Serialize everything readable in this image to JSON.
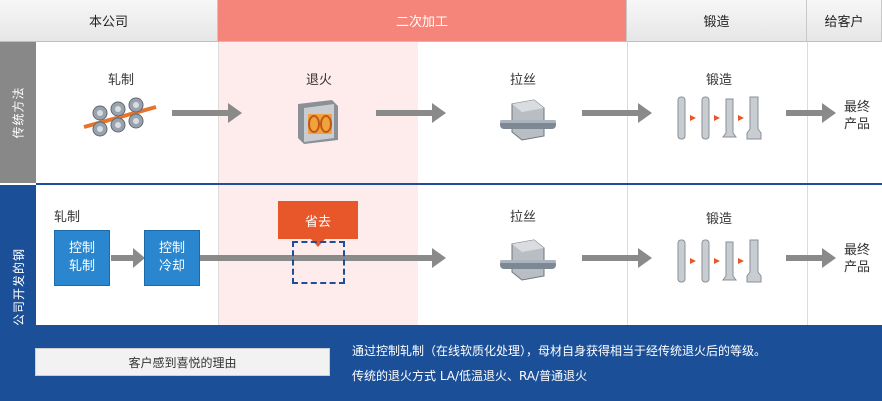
{
  "header": {
    "col1": "本公司",
    "col2": "二次加工",
    "col3": "锻造",
    "col4": "给客户"
  },
  "rows": {
    "traditional": "传统方法",
    "developed": "本公司开发的钢"
  },
  "traditional_row": {
    "rolling": "轧制",
    "annealing": "退火",
    "drawing": "拉丝",
    "forging": "锻造",
    "final_line1": "最终",
    "final_line2": "产品"
  },
  "developed_row": {
    "rolling": "轧制",
    "controlled_rolling_l1": "控制",
    "controlled_rolling_l2": "轧制",
    "controlled_cooling_l1": "控制",
    "controlled_cooling_l2": "冷却",
    "omitted": "省去",
    "drawing": "拉丝",
    "forging": "锻造",
    "final_line1": "最终",
    "final_line2": "产品"
  },
  "bottom": {
    "reason_label": "客户感到喜悦的理由",
    "line1": "通过控制轧制（在线软质化处理），母材自身获得相当于经传统退火后的等级。",
    "line2": "传统的退火方式  LA/低温退火、RA/普通退火"
  },
  "colors": {
    "pink_header": "#f5857a",
    "pink_band": "#fdeceb",
    "gray_label": "#888888",
    "navy": "#1b5099",
    "blue_box": "#2a87cf",
    "omit_orange": "#e8572a",
    "arrow_gray": "#8a8a8a"
  }
}
